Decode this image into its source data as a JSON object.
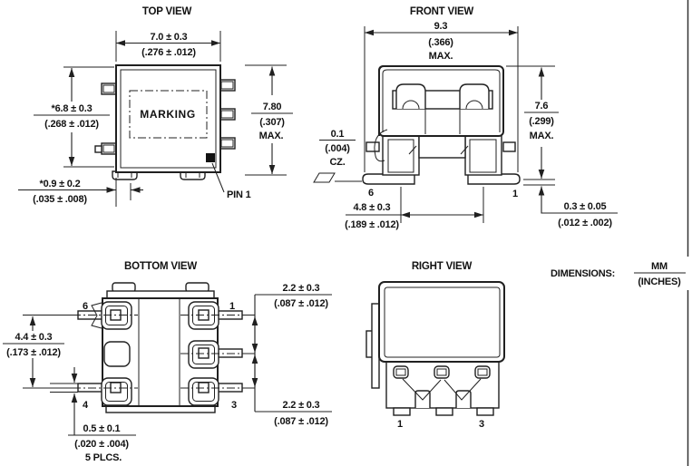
{
  "drawing": {
    "units_note": {
      "label": "DIMENSIONS:",
      "numerator": "MM",
      "denominator": "(INCHES)"
    },
    "top_view": {
      "title": "TOP VIEW",
      "marking": "MARKING",
      "pin1": "PIN 1",
      "width": {
        "mm": "7.0 ± 0.3",
        "in": "(.276 ± .012)"
      },
      "height": {
        "mm": "*6.8 ± 0.3",
        "in": "(.268 ± .012)"
      },
      "overall": {
        "mm": "7.80",
        "in": "(.307)",
        "note": "MAX."
      },
      "lead_offset": {
        "mm": "*0.9 ± 0.2",
        "in": "(.035 ± .008)"
      }
    },
    "front_view": {
      "title": "FRONT VIEW",
      "overall_width": {
        "mm": "9.3",
        "in": "(.366)",
        "note": "MAX."
      },
      "coplanarity": {
        "mm": "0.1",
        "in": "(.004)",
        "note": "CZ."
      },
      "overall_height": {
        "mm": "7.6",
        "in": "(.299)",
        "note": "MAX."
      },
      "lead_span": {
        "mm": "4.8 ± 0.3",
        "in": "(.189 ± .012)"
      },
      "standoff": {
        "mm": "0.3 ± 0.05",
        "in": "(.012 ± .002)"
      },
      "pin_left": "6",
      "pin_right": "1"
    },
    "bottom_view": {
      "title": "BOTTOM VIEW",
      "pins": {
        "top_left": "6",
        "top_right": "1",
        "bottom_left": "4",
        "bottom_right": "3"
      },
      "lead_span": {
        "mm": "4.4 ± 0.3",
        "in": "(.173 ± .012)"
      },
      "lead_width": {
        "mm": "0.5 ± 0.1",
        "in": "(.020 ± .004)",
        "note": "5 PLCS."
      },
      "pitch_top": {
        "mm": "2.2 ± 0.3",
        "in": "(.087 ± .012)"
      },
      "pitch_bottom": {
        "mm": "2.2 ± 0.3",
        "in": "(.087 ± .012)"
      }
    },
    "right_view": {
      "title": "RIGHT VIEW",
      "pin_left": "1",
      "pin_right": "3"
    }
  }
}
